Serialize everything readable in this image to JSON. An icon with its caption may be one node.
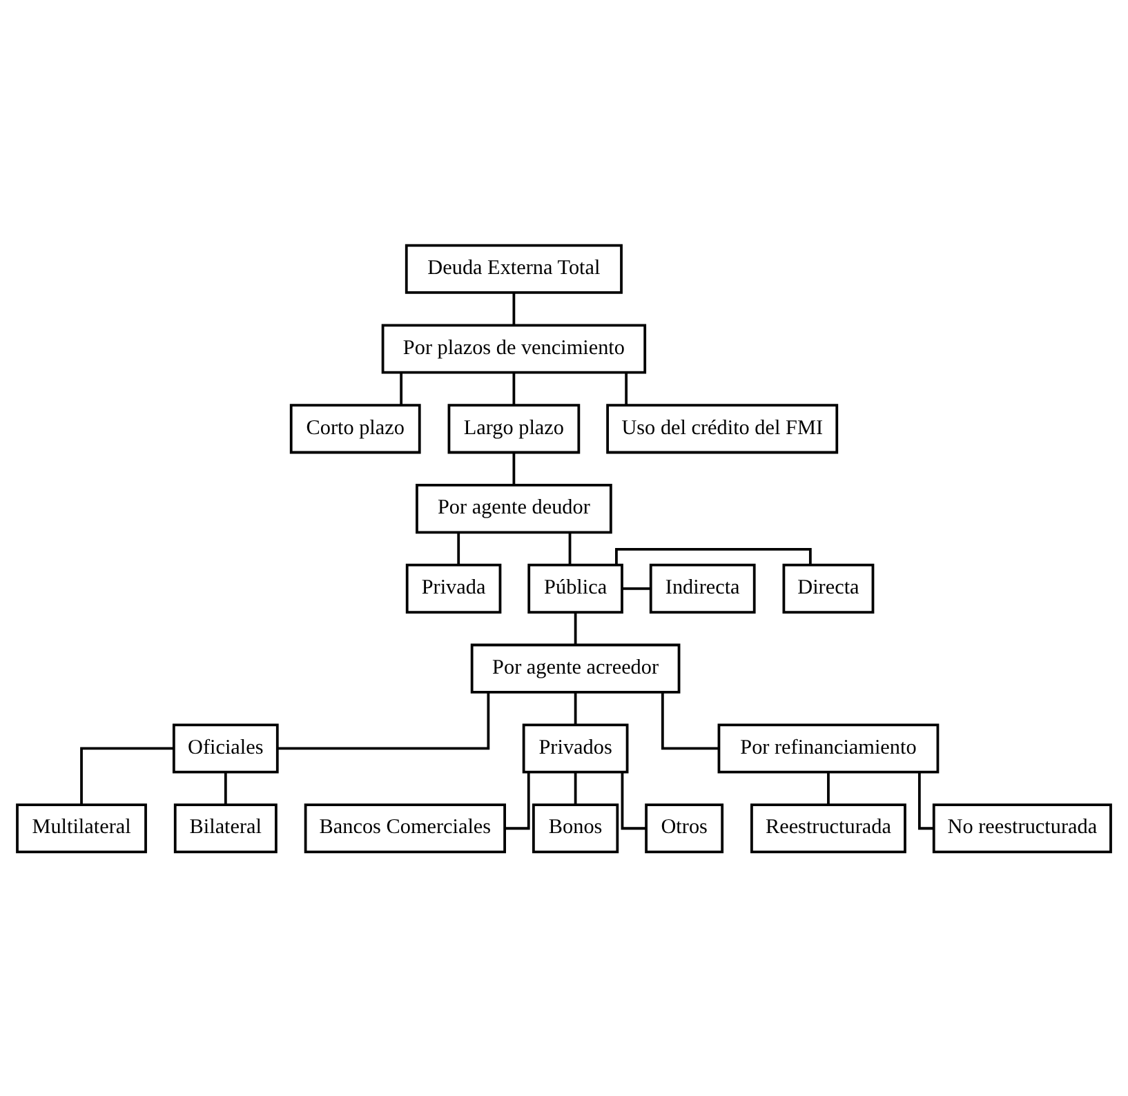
{
  "diagram": {
    "nodes": [
      {
        "text": [
          "Deuda Externa Total"
        ]
      },
      {
        "text": [
          "Por plazos de vencimiento"
        ]
      },
      {
        "text": [
          "Corto plazo"
        ]
      },
      {
        "text": [
          "Largo plazo"
        ]
      },
      {
        "text": [
          "Uso del crédito del FMI"
        ]
      },
      {
        "text": [
          "Por agente deudor"
        ]
      },
      {
        "text": [
          "Privada"
        ]
      },
      {
        "text": [
          "Pública"
        ]
      },
      {
        "text": [
          "Directa"
        ]
      },
      {
        "text": [
          "Indirecta"
        ]
      },
      {
        "text": [
          "Por agente acreedor"
        ]
      },
      {
        "text": [
          "Oficiales"
        ]
      },
      {
        "text": [
          "Privados"
        ]
      },
      {
        "text": [
          "Multilateral"
        ]
      },
      {
        "text": [
          "Bilateral"
        ]
      },
      {
        "text": [
          "Bancos Comerciales"
        ]
      },
      {
        "text": [
          "Bonos"
        ]
      },
      {
        "text": [
          "Otros"
        ]
      },
      {
        "text": [
          "Por refinanciamiento"
        ]
      },
      {
        "text": [
          "Reestructurada"
        ]
      },
      {
        "text": [
          "No reestructurada"
        ]
      }
    ],
    "edges": [
      {
        "from": 0,
        "to": 1,
        "arrow": "none"
      },
      {
        "from": 1,
        "to": 2,
        "arrow": "none"
      },
      {
        "from": 1,
        "to": 3,
        "arrow": "none"
      },
      {
        "from": 1,
        "to": 4,
        "arrow": "none"
      },
      {
        "from": 3,
        "to": 5,
        "arrow": "none"
      },
      {
        "from": 5,
        "to": 6,
        "arrow": "none"
      },
      {
        "from": 5,
        "to": 7,
        "arrow": "none"
      },
      {
        "from": 7,
        "to": 8,
        "arrow": "none"
      },
      {
        "from": 7,
        "to": 9,
        "arrow": "none"
      },
      {
        "from": 7,
        "to": 10,
        "arrow": "none"
      },
      {
        "from": 10,
        "to": 11,
        "arrow": "none"
      },
      {
        "from": 10,
        "to": 12,
        "arrow": "none"
      },
      {
        "from": 10,
        "to": 18,
        "arrow": "none"
      },
      {
        "from": 11,
        "to": 13,
        "arrow": "none"
      },
      {
        "from": 11,
        "to": 14,
        "arrow": "none"
      },
      {
        "from": 12,
        "to": 15,
        "arrow": "none"
      },
      {
        "from": 12,
        "to": 16,
        "arrow": "none"
      },
      {
        "from": 12,
        "to": 17,
        "arrow": "none"
      },
      {
        "from": 18,
        "to": 19,
        "arrow": "none"
      },
      {
        "from": 18,
        "to": 20,
        "arrow": "none"
      }
    ]
  }
}
